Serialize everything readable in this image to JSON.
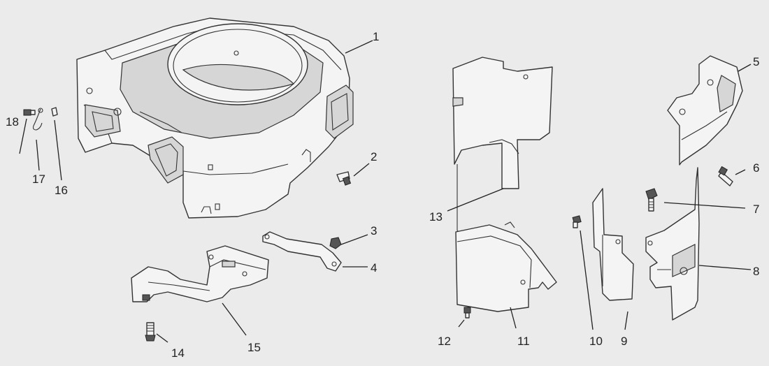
{
  "callouts": {
    "c1": "1",
    "c2": "2",
    "c3": "3",
    "c4": "4",
    "c5": "5",
    "c6": "6",
    "c7": "7",
    "c8": "8",
    "c9": "9",
    "c10": "10",
    "c11": "11",
    "c12": "12",
    "c13": "13",
    "c14": "14",
    "c15": "15",
    "c16": "16",
    "c17": "17",
    "c18": "18"
  },
  "colors": {
    "background": "#ebebeb",
    "line": "#333333"
  }
}
